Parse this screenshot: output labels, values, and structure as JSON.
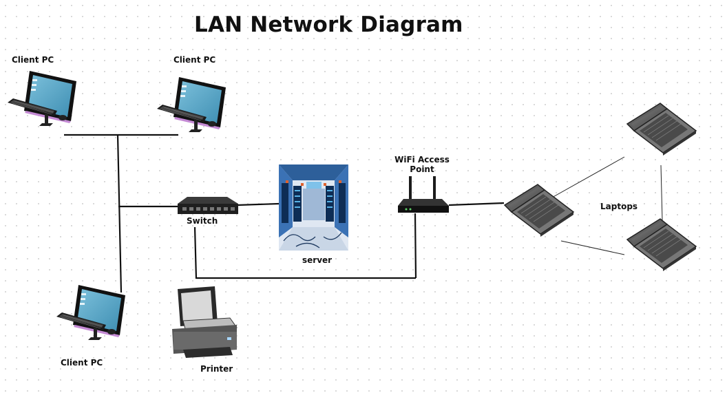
{
  "title": "LAN Network Diagram",
  "nodes": {
    "client_pc_1": {
      "label": "Client  PC"
    },
    "client_pc_2": {
      "label": "Client  PC"
    },
    "client_pc_3": {
      "label": "Client  PC"
    },
    "switch": {
      "label": "Switch"
    },
    "server": {
      "label": "server"
    },
    "wifi_ap": {
      "label_line1": "WiFi Access",
      "label_line2": "Point"
    },
    "laptops": {
      "label": "Laptops"
    },
    "printer": {
      "label": "Printer"
    }
  },
  "colors": {
    "line": "#111111",
    "monitor_screen": "#5aa8c8",
    "monitor_glow": "#c88ad8",
    "device_dark": "#2b2b2b",
    "laptop_gray": "#6d6d6d",
    "server_blue": "#4a86c8"
  }
}
